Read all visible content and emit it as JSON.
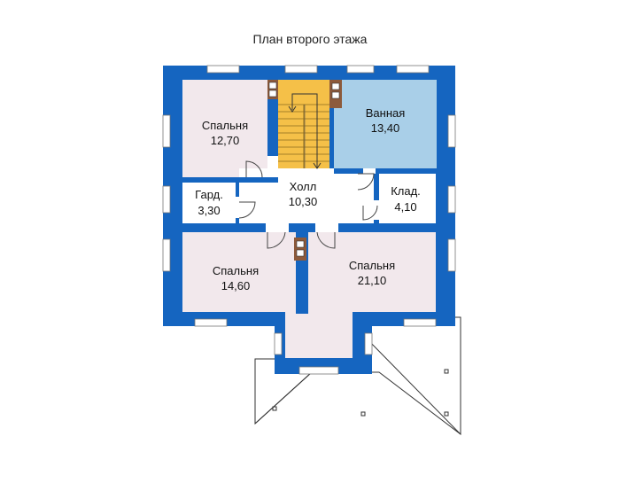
{
  "title": "План второго этажа",
  "rooms": {
    "bedroom_top": {
      "name": "Спальня",
      "area": "12,70"
    },
    "bathroom": {
      "name": "Ванная",
      "area": "13,40"
    },
    "wardrobe": {
      "name": "Гард.",
      "area": "3,30"
    },
    "hall": {
      "name": "Холл",
      "area": "10,30"
    },
    "storage": {
      "name": "Клад.",
      "area": "4,10"
    },
    "bedroom_left": {
      "name": "Спальня",
      "area": "14,60"
    },
    "bedroom_right": {
      "name": "Спальня",
      "area": "21,10"
    }
  },
  "colors": {
    "wall": "#1565c0",
    "bedroom_fill": "#f2e8ec",
    "bathroom_fill": "#a9cfe8",
    "stair_fill": "#f5c048",
    "hall_fill": "#ffffff",
    "roof_line": "#333333"
  }
}
